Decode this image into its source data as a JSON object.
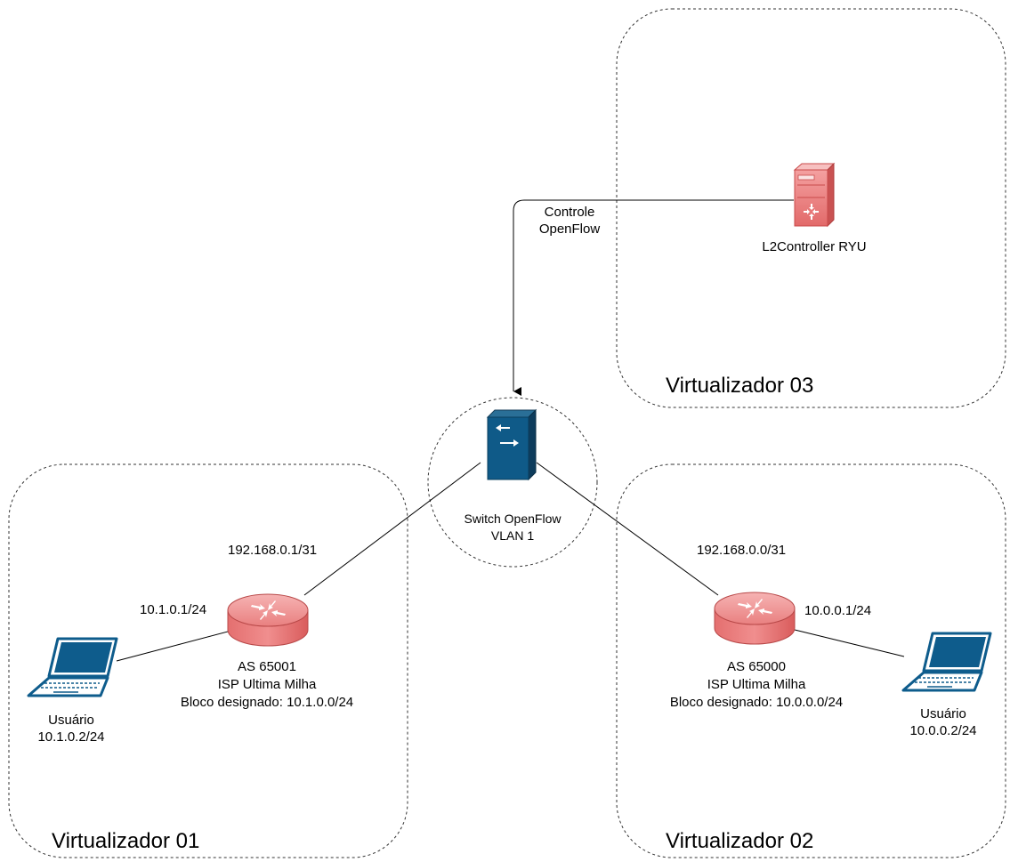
{
  "zones": {
    "v01": "Virtualizador 01",
    "v02": "Virtualizador 02",
    "v03": "Virtualizador 03"
  },
  "controller": {
    "label": "L2Controller RYU"
  },
  "control_link": {
    "line1": "Controle",
    "line2": "OpenFlow"
  },
  "switch": {
    "line1": "Switch OpenFlow",
    "line2": "VLAN 1"
  },
  "left_router": {
    "uplink_ip": "192.168.0.1/31",
    "lan_ip": "10.1.0.1/24",
    "asn": "AS 65001",
    "isp": "ISP Ultima Milha",
    "block": "Bloco designado: 10.1.0.0/24"
  },
  "right_router": {
    "uplink_ip": "192.168.0.0/31",
    "lan_ip": "10.0.0.1/24",
    "asn": "AS 65000",
    "isp": "ISP Ultima Milha",
    "block": "Bloco designado: 10.0.0.0/24"
  },
  "left_user": {
    "name": "Usuário",
    "ip": "10.1.0.2/24"
  },
  "right_user": {
    "name": "Usuário",
    "ip": "10.0.0.2/24"
  }
}
